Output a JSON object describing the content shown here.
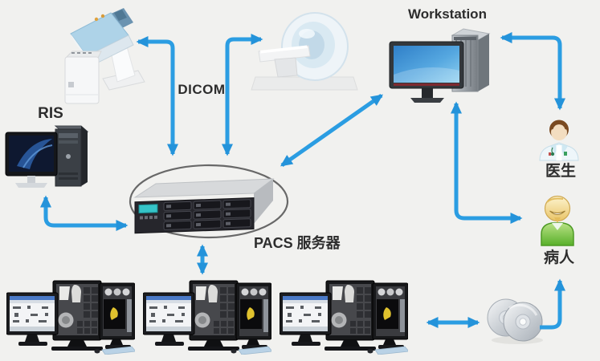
{
  "diagram_type": "PACS medical imaging network architecture",
  "colors": {
    "background": "#f1f1ef",
    "arrow_blue": "#2b9de2",
    "ellipse_stroke": "#686868",
    "label_text": "#2d2d2d",
    "doctor_coat": "#eef6fa",
    "patient_shirt_green": "#6ebc3a",
    "highlight_yellow": "#e0c22e"
  },
  "labels": {
    "ris": "RIS",
    "dicom": "DICOM",
    "workstation": "Workstation",
    "pacs_server": "PACS 服务器",
    "doctor": "医生",
    "patient": "病人"
  },
  "nodes": [
    {
      "id": "xray-machine",
      "kind": "imaging-modality",
      "label": ""
    },
    {
      "id": "ct-scanner",
      "kind": "imaging-modality",
      "label": ""
    },
    {
      "id": "ris-computer",
      "kind": "computer",
      "label": "RIS"
    },
    {
      "id": "workstation-computer",
      "kind": "computer",
      "label": "Workstation"
    },
    {
      "id": "pacs-server",
      "kind": "rack-server",
      "label": "PACS 服务器"
    },
    {
      "id": "doctor",
      "kind": "person",
      "label": "医生"
    },
    {
      "id": "patient",
      "kind": "person",
      "label": "病人"
    },
    {
      "id": "viewing-workstation-1",
      "kind": "triple-monitor-workstation",
      "label": ""
    },
    {
      "id": "viewing-workstation-2",
      "kind": "triple-monitor-workstation",
      "label": ""
    },
    {
      "id": "viewing-workstation-3",
      "kind": "triple-monitor-workstation",
      "label": ""
    },
    {
      "id": "cd-media",
      "kind": "optical-discs",
      "label": ""
    }
  ],
  "connections": [
    {
      "from": "xray-machine",
      "to": "pacs-server",
      "arrows": "both",
      "via_label": "DICOM"
    },
    {
      "from": "ct-scanner",
      "to": "pacs-server",
      "arrows": "both",
      "via_label": "DICOM"
    },
    {
      "from": "ris-computer",
      "to": "pacs-server",
      "arrows": "both"
    },
    {
      "from": "pacs-server",
      "to": "workstation-computer",
      "arrows": "both"
    },
    {
      "from": "workstation-computer",
      "to": "doctor",
      "arrows": "both"
    },
    {
      "from": "workstation-computer",
      "to": "patient",
      "arrows": "both"
    },
    {
      "from": "pacs-server",
      "to": "viewing-workstation-2",
      "arrows": "both"
    },
    {
      "from": "viewing-workstation-3",
      "to": "cd-media",
      "arrows": "both"
    },
    {
      "from": "cd-media",
      "to": "patient",
      "arrows": "end"
    }
  ]
}
